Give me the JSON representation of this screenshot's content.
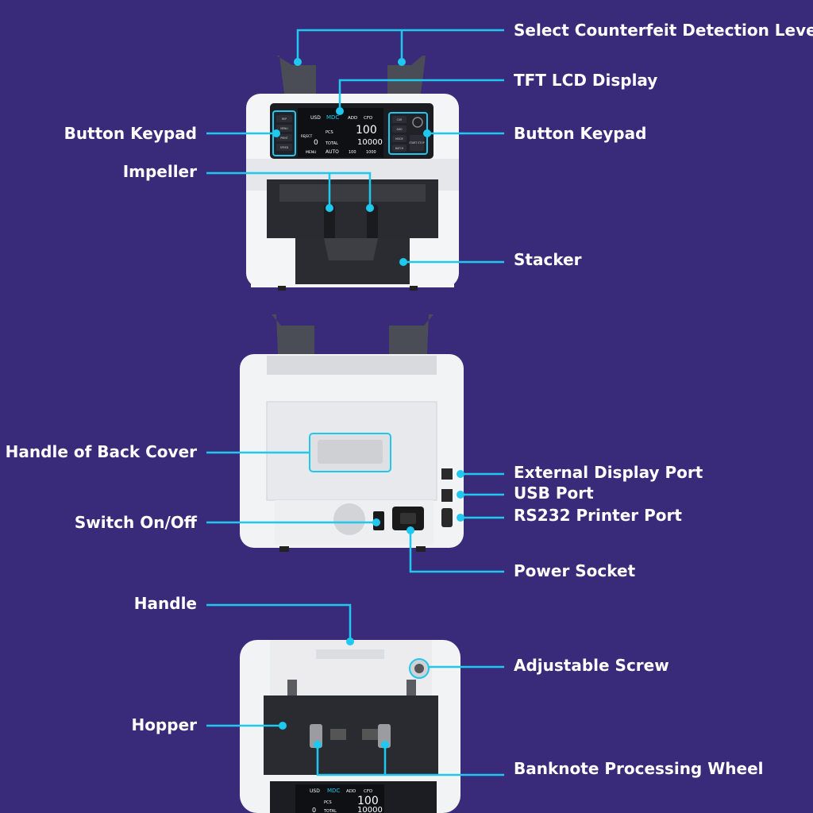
{
  "colors": {
    "background": "#3a2a7a",
    "leader_line": "#1ec8ee",
    "label_text": "#ffffff"
  },
  "labels": {
    "select_counterfeit": "Select Counterfeit Detection Level",
    "tft_lcd": "TFT LCD Display",
    "button_keypad_left": "Button Keypad",
    "button_keypad_right": "Button Keypad",
    "impeller": "Impeller",
    "stacker": "Stacker",
    "handle_back_cover": "Handle of Back Cover",
    "external_display_port": "External Display Port",
    "usb_port": "USB Port",
    "rs232_port": "RS232 Printer Port",
    "switch_onoff": "Switch On/Off",
    "power_socket": "Power Socket",
    "handle": "Handle",
    "adjustable_screw": "Adjustable Screw",
    "hopper": "Hopper",
    "banknote_wheel": "Banknote Processing Wheel"
  },
  "lcd": {
    "currency": "USD",
    "mode": "MDC",
    "add": "ADD",
    "cfd": "CFD",
    "pcs_label": "PCS",
    "pcs_value": "100",
    "reject_label": "REJECT",
    "reject_value": "0",
    "total_label": "TOTAL",
    "total_value": "10000",
    "menu": "MENU",
    "auto": "AUTO",
    "batch_value": "100",
    "sum_value": "1000"
  },
  "keypad_left": [
    "REP",
    "MENU",
    "PRINT",
    "SPEED"
  ],
  "keypad_right": [
    "CUR",
    "ADD",
    "MODE",
    "BATCH",
    "START STOP"
  ]
}
